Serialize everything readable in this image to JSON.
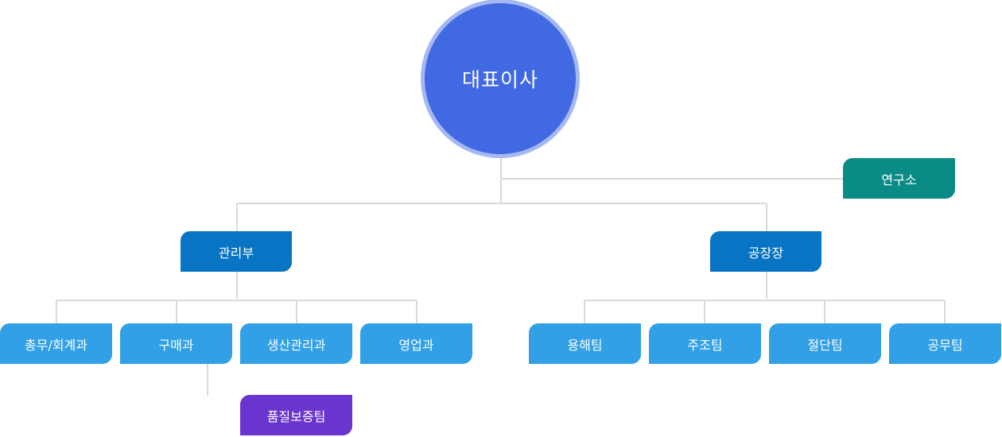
{
  "ceo": "대표이사",
  "lab": "연구소",
  "admin": {
    "label": "관리부",
    "teams": [
      "총무/회계과",
      "구매과",
      "생산관리과",
      "영업과"
    ],
    "sub_team": "품질보증팀"
  },
  "factory": {
    "label": "공장장",
    "teams": [
      "용해팀",
      "주조팀",
      "절단팀",
      "공무팀"
    ]
  },
  "colors": {
    "ceo": "#4169e1",
    "ceo_ring": "#a6b8f2",
    "dept": "#0a74c4",
    "team": "#31a0e6",
    "lab": "#0a8b86",
    "qa": "#6a35cf",
    "connector": "#d9d9d9"
  }
}
